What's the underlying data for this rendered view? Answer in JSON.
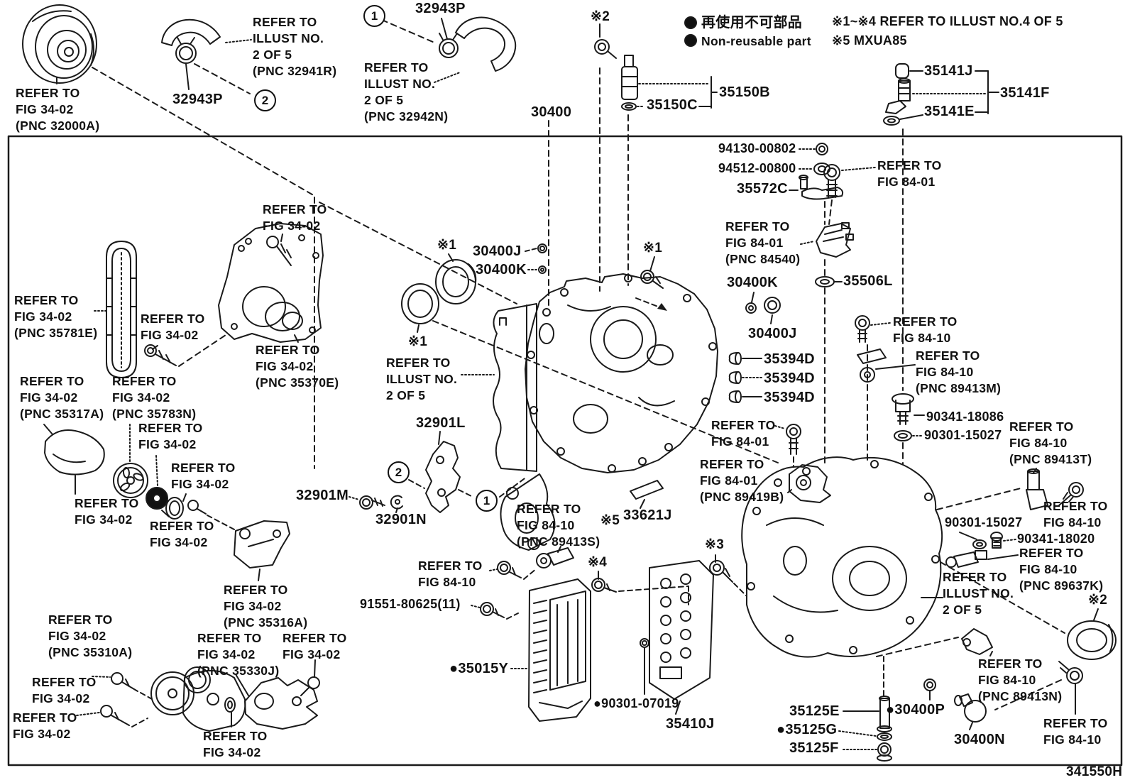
{
  "legend": {
    "non_reusable_jp": "再使用不可部品",
    "non_reusable_en": "Non-reusable part",
    "note_1": "※1~※4 REFER TO ILLUST NO.4 OF 5",
    "note_2": "※5 MXUA85"
  },
  "figure_code": "341550H",
  "callouts": {
    "one": "1",
    "two": "2"
  },
  "labels": {
    "tc_ref": "REFER TO\nFIG 34-02\n(PNC 32000A)",
    "clamp_left_pn": "32943P",
    "hose_left_ref": "REFER TO\nILLUST NO.\n2 OF 5\n(PNC 32941R)",
    "clamp_center_pn": "32943P",
    "hose_center_ref": "REFER TO\nILLUST NO.\n2 OF 5\n(PNC 32942N)",
    "case_pn": "30400",
    "star2_top": "※2",
    "pn_35150C": "35150C",
    "pn_35150B": "35150B",
    "pn_35141J": "35141J",
    "pn_35141F": "35141F",
    "pn_35141E": "35141E",
    "pn_94130_00802": "94130-00802",
    "pn_94512_00800": "94512-00800",
    "pn_35572C": "35572C",
    "ref_8401_top": "REFER TO\nFIG 84-01",
    "ref_8401_84540": "REFER TO\nFIG 84-01\n(PNC 84540)",
    "pn_30400K_right": "30400K",
    "pn_35506L": "35506L",
    "pn_30400J_right": "30400J",
    "pn_35394D_1": "35394D",
    "pn_35394D_2": "35394D",
    "pn_35394D_3": "35394D",
    "ref_8410_bolt": "REFER TO\nFIG 84-10",
    "ref_8410_89413M": "REFER TO\nFIG 84-10\n(PNC 89413M)",
    "pn_90341_18086": "90341-18086",
    "pn_90301_15027_a": "90301-15027",
    "ref_8410_89413T": "REFER TO\nFIG 84-10\n(PNC 89413T)",
    "ref_8401_bolt2": "REFER TO\nFIG 84-01",
    "ref_8401_89419B": "REFER TO\nFIG 84-01\n(PNC 89419B)",
    "ref_3402_35781E": "REFER TO\nFIG 34-02\n(PNC 35781E)",
    "ref_3402_chain_bolt": "REFER TO\nFIG 34-02",
    "ref_3402_bracket_bolt": "REFER TO\nFIG 34-02",
    "ref_3402_35370E": "REFER TO\nFIG 34-02\n(PNC 35370E)",
    "ref_3402_35317A": "REFER TO\nFIG 34-02\n(PNC 35317A)",
    "ref_3402_35783N": "REFER TO\nFIG 34-02\n(PNC 35783N)",
    "ref_3402_c": "REFER TO\nFIG 34-02",
    "ref_3402_d": "REFER TO\nFIG 34-02",
    "ref_3402_e": "REFER TO\nFIG 34-02",
    "ref_3402_f": "REFER TO\nFIG 34-02",
    "star1_seal_a": "※1",
    "star1_seal_b": "※1",
    "star1_bolt": "※1",
    "pn_30400J_left": "30400J",
    "pn_30400K_left": "30400K",
    "ref_illust_center": "REFER TO\nILLUST NO.\n2 OF 5",
    "pn_32901L": "32901L",
    "pn_32901M": "32901M",
    "pn_32901N": "32901N",
    "ref_8410_89413S": "REFER TO\nFIG 84-10\n(PNC 89413S)",
    "star5": "※5",
    "pn_33621J": "33621J",
    "ref_8410_crank_bolt": "REFER TO\nFIG 84-10",
    "pn_91551": "91551-80625(11)",
    "star4": "※4",
    "star3": "※3",
    "pn_35015Y": "●35015Y",
    "pn_90301_07019": "●90301-07019",
    "pn_35410J": "35410J",
    "ref_3402_35310A": "REFER TO\nFIG 34-02\n(PNC 35310A)",
    "ref_3402_35316A": "REFER TO\nFIG 34-02\n(PNC 35316A)",
    "ref_3402_35330J": "REFER TO\nFIG 34-02\n(PNC 35330J)",
    "ref_3402_g": "REFER TO\nFIG 34-02",
    "ref_3402_h": "REFER TO\nFIG 34-02",
    "ref_3402_i": "REFER TO\nFIG 34-02",
    "ref_3402_j": "REFER TO\nFIG 34-02",
    "pn_90301_15027_b": "90301-15027",
    "pn_90341_18020": "90341-18020",
    "ref_8410_89637K": "REFER TO\nFIG 84-10\n(PNC 89637K)",
    "ref_8410_right2": "REFER TO\nFIG 84-10",
    "ref_illust_right": "REFER TO\nILLUST NO.\n2 OF 5",
    "star2_seal": "※2",
    "ref_8410_89413N": "REFER TO\nFIG 84-10\n(PNC 89413N)",
    "ref_8410_bottom_right": "REFER TO\nFIG 84-10",
    "pn_35125E": "35125E",
    "pn_35125G": "●35125G",
    "pn_35125F": "35125F",
    "pn_30400P": "●30400P",
    "pn_30400N": "30400N"
  }
}
